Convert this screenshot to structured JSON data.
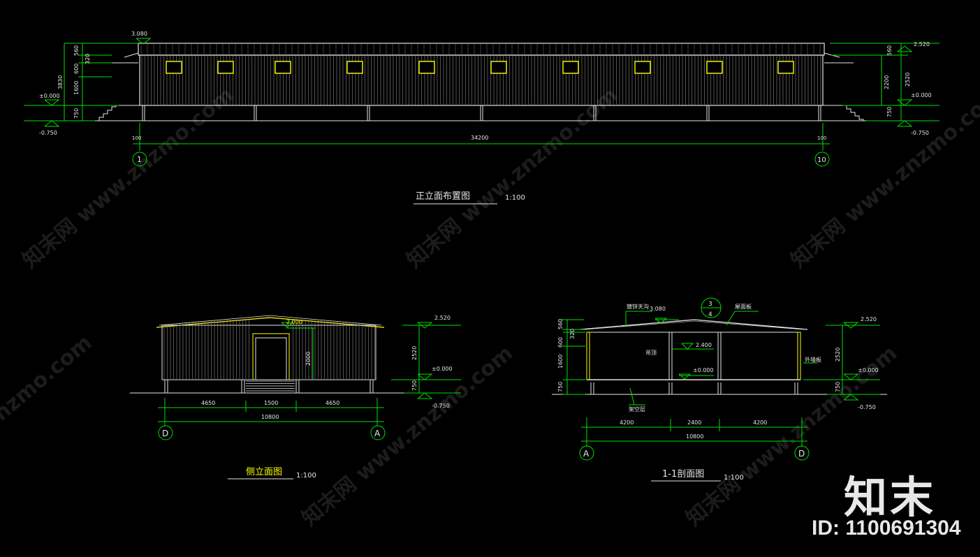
{
  "colors": {
    "background": "#000000",
    "line": "#e6e6e6",
    "dim": "#00e000",
    "accent": "#ffff00",
    "cladding": "#9a9a9a",
    "annotation": "#e6e6e6"
  },
  "watermark": {
    "text": "知末网 www.znzmo.com",
    "short": "znzmo.com"
  },
  "brand": {
    "logo": "知末",
    "id": "ID: 1100691304"
  },
  "front": {
    "title": "正立面布置图",
    "scale": "1:100",
    "levels_left": [
      "3.080",
      "±0.000",
      "-0.750"
    ],
    "levels_right": [
      "2.520",
      "±0.000",
      "-0.750"
    ],
    "dims_left": [
      "560",
      "320",
      "600",
      "1600",
      "750",
      "3830"
    ],
    "dims_right": [
      "560",
      "2200",
      "2520",
      "750"
    ],
    "total": "34200",
    "offset_l": "100",
    "offset_r": "100",
    "axis_l": "1",
    "axis_r": "10"
  },
  "side": {
    "title": "侧立面图",
    "scale": "1:100",
    "door_level": "2.000",
    "levels": [
      "2.520",
      "±0.000",
      "-0.750"
    ],
    "dims_v": [
      "2520",
      "750",
      "2000"
    ],
    "dims_h": [
      "4650",
      "1500",
      "4650"
    ],
    "total": "10800",
    "axis_l": "D",
    "axis_r": "A"
  },
  "section": {
    "title": "1-1剖面图",
    "scale": "1:100",
    "levels": [
      "2.520",
      "±0.000",
      "-0.750"
    ],
    "dims_v": [
      "560",
      "320",
      "600",
      "1600",
      "750",
      "2520",
      "750"
    ],
    "dims_h": [
      "4200",
      "2400",
      "4200"
    ],
    "total": "10800",
    "axis_l": "A",
    "axis_r": "D",
    "labels": {
      "gutter": "镀锌天沟",
      "roof": "屋面板",
      "ceiling": "吊顶",
      "wall": "外墙板",
      "crawl": "架空层",
      "top_level": "3.080",
      "mid_level": "2.400",
      "inner_zero": "±0.000"
    },
    "callout_top": "3",
    "callout_bot": "4"
  }
}
